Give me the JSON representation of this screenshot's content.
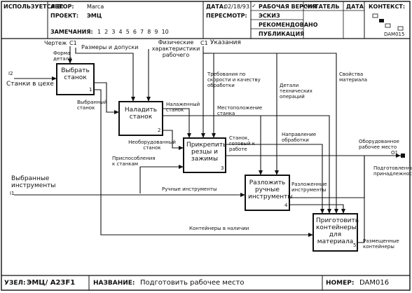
{
  "header": {
    "used_at_label": "ИСПОЛЬЗУЕТСЯ В:",
    "author_label": "АВТОР:",
    "author_value": "Marca",
    "project_label": "ПРОЕКТ:",
    "project_value": "ЭМЦ",
    "notes_label": "ЗАМЕЧАНИЯ:",
    "notes_numbers": "1  2  3  4  5  6  7  8  9  10",
    "date_label": "ДАТА:",
    "date_value": "02/18/93",
    "rev_label": "ПЕРЕСМОТР:",
    "status": [
      "РАБОЧАЯ ВЕРСИЯ",
      "ЭСКИЗ",
      "РЕКОМЕНДОВАНО",
      "ПУБЛИКАЦИЯ"
    ],
    "reader_label": "ЧИТАТЕЛЬ",
    "date2_label": "ДАТА",
    "context_label": "КОНТЕКСТ:",
    "context_code": "DAM015"
  },
  "footer": {
    "node_label": "УЗЕЛ:",
    "node_value": "ЭМЦ/ A23F1",
    "name_label": "НАЗВАНИЕ:",
    "name_value": "Подготовить рабочее место",
    "number_label": "НОМЕР:",
    "number_value": "DAM016"
  },
  "boxes": [
    {
      "label": "Выбрать станок",
      "num": "1"
    },
    {
      "label": "Наладить станок",
      "num": "2"
    },
    {
      "label": "Прикрепить резцы и зажимы",
      "num": "3"
    },
    {
      "label": "Разложить ручные инструменты",
      "num": "4"
    },
    {
      "label": "Приготовить контейнеры для материала",
      "num": "5"
    }
  ],
  "arrows": {
    "c1_top": "Чертеж",
    "c1_code": "C1",
    "form_detail": "Форма детали",
    "sizes": "Размеры и допуски",
    "phys": "Физические характеристики рабочего",
    "c1b": "C1",
    "instructions": "Указания",
    "i2": "I2",
    "machines": "Станки в цехе",
    "speed_req": "Требования по скорости и качеству обработки",
    "tech_ops": "Детали технических операций",
    "mat_props": "Свойства материала",
    "selected_machine": "Выбранный станок",
    "setup_machine": "Налаженный станок",
    "machine_location": "Местоположение станка",
    "unequipped": "Необорудованный станок",
    "ready_machine": "Станок, готовый к работе",
    "process_dir": "Направление обработки",
    "equipped": "Оборудованное рабочее место",
    "o1": "O1",
    "fixtures": "Приспособления к станкам",
    "selected_tools": "Выбранные инструменты",
    "i1": "I1",
    "hand_tools": "Ручные инструменты",
    "laid_tools": "Разложенные инструменты",
    "prepared_acc": "Подготовленные принадлежности",
    "containers": "Контейнеры в наличии",
    "placed_containers": "Размещенные контейнеры"
  }
}
